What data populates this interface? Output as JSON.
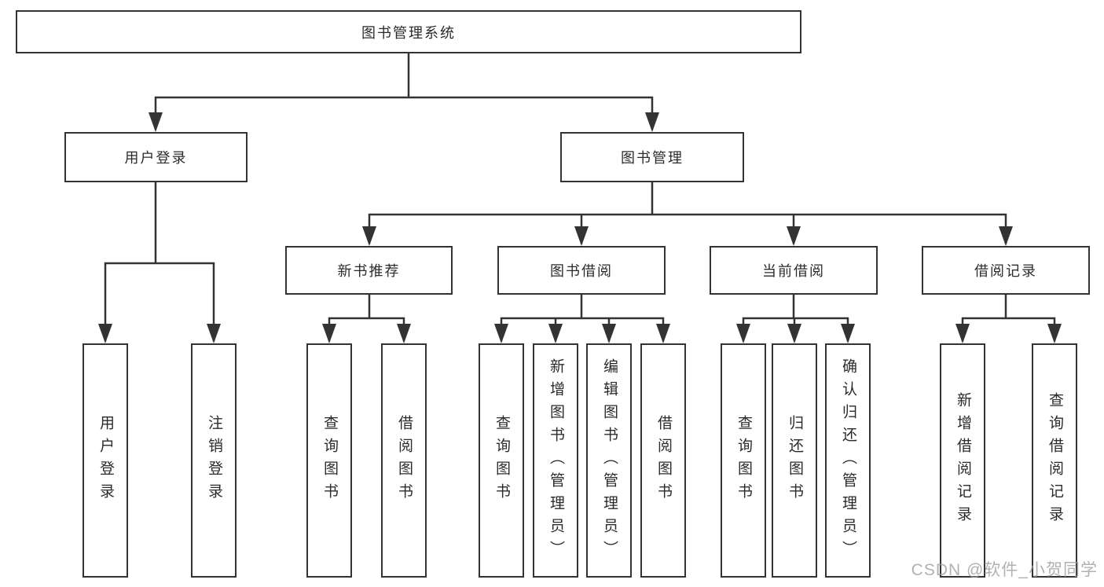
{
  "root": {
    "label": "图书管理系统"
  },
  "branches": {
    "user_login": {
      "label": "用户登录",
      "children": [
        "用户登录",
        "注销登录"
      ]
    },
    "book_mgmt": {
      "label": "图书管理",
      "sections": {
        "new_book": {
          "label": "新书推荐",
          "children": [
            "查询图书",
            "借阅图书"
          ]
        },
        "borrowing": {
          "label": "图书借阅",
          "children": [
            "查询图书",
            "新增图书（管理员）",
            "编辑图书（管理员）",
            "借阅图书"
          ]
        },
        "current": {
          "label": "当前借阅",
          "children": [
            "查询图书",
            "归还图书",
            "确认归还（管理员）"
          ]
        },
        "records": {
          "label": "借阅记录",
          "children": [
            "新增借阅记录",
            "查询借阅记录"
          ]
        }
      }
    }
  },
  "watermark": {
    "text": "CSDN @软件_小贺同学"
  },
  "colors": {
    "line": "#333333",
    "box_background": "#ffffff",
    "text": "#2b2b2b",
    "watermark": "#9e9e9e"
  }
}
